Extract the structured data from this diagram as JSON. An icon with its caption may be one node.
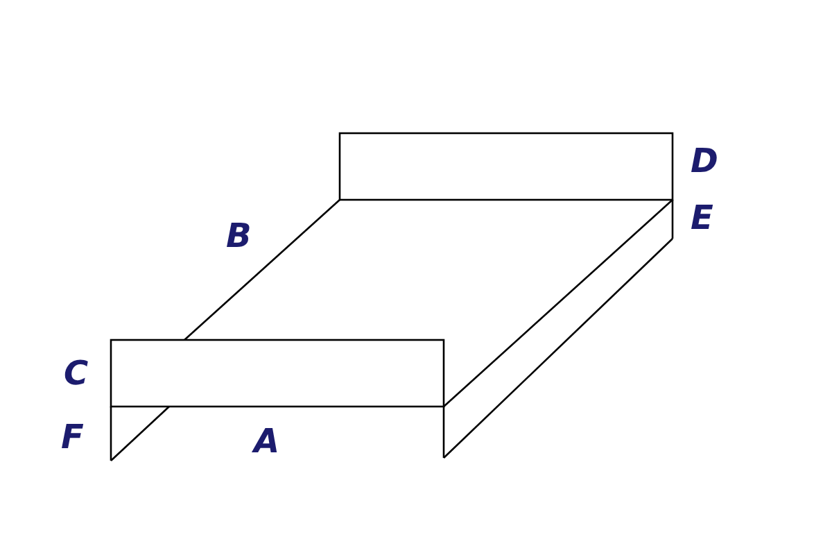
{
  "diagram": {
    "labels": [
      "D",
      "B",
      "E",
      "C",
      "F",
      "A"
    ]
  }
}
